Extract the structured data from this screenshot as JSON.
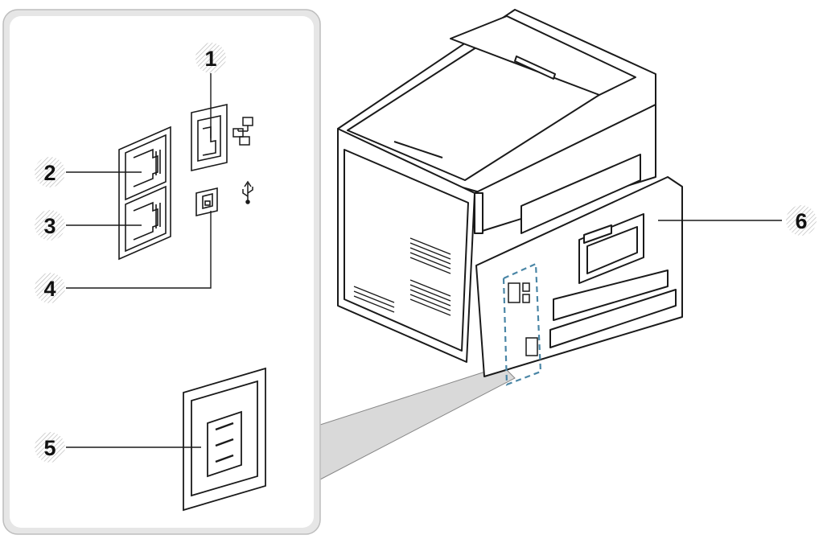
{
  "callouts": [
    {
      "id": "1",
      "label": "1"
    },
    {
      "id": "2",
      "label": "2"
    },
    {
      "id": "3",
      "label": "3"
    },
    {
      "id": "4",
      "label": "4"
    },
    {
      "id": "5",
      "label": "5"
    },
    {
      "id": "6",
      "label": "6"
    }
  ],
  "icons": {
    "network": "network-icon",
    "usb": "usb-icon"
  },
  "colors": {
    "panel_bg": "#ffffff",
    "panel_border": "#bdbdbd",
    "zoom_beam": "#d9d9d9",
    "highlight_dash": "#4a86a6",
    "line": "#1a1a1a"
  }
}
